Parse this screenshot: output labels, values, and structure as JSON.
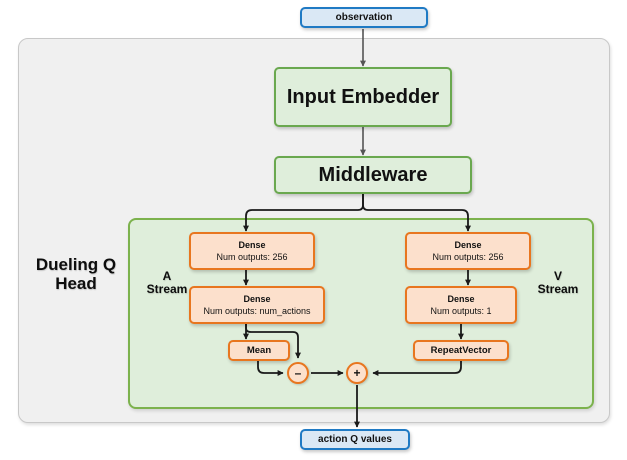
{
  "diagram": {
    "title": "Dueling Q Head network architecture",
    "colors": {
      "outer_panel_bg": "#f0f0f0",
      "outer_panel_border": "#c8c8c8",
      "inner_panel_bg": "#dfeedb",
      "inner_panel_border": "#7cb24d",
      "io_box_bg": "#dae8f5",
      "io_box_border": "#1f7ac4",
      "green_box_bg": "#dfeedb",
      "green_box_border": "#6aa84f",
      "orange_box_bg": "#fce0cc",
      "orange_box_border": "#e8761f",
      "arrow": "#1a1a1a"
    },
    "io": {
      "input_label": "observation",
      "output_label": "action Q values"
    },
    "blocks": {
      "input_embedder": "Input Embedder",
      "middleware": "Middleware"
    },
    "group_labels": {
      "head": "Dueling Q\nHead",
      "head_line1": "Dueling Q",
      "head_line2": "Head",
      "a_stream_line1": "A",
      "a_stream_line2": "Stream",
      "v_stream_line1": "V",
      "v_stream_line2": "Stream"
    },
    "a_stream": {
      "dense1": {
        "title": "Dense",
        "sub": "Num outputs: 256"
      },
      "dense2": {
        "title": "Dense",
        "sub": "Num outputs: num_actions"
      },
      "mean": {
        "title": "Mean"
      }
    },
    "v_stream": {
      "dense1": {
        "title": "Dense",
        "sub": "Num outputs: 256"
      },
      "dense2": {
        "title": "Dense",
        "sub": "Num outputs: 1"
      },
      "repeat_vector": {
        "title": "RepeatVector"
      }
    },
    "operators": {
      "subtract": "–",
      "add": "+"
    }
  }
}
